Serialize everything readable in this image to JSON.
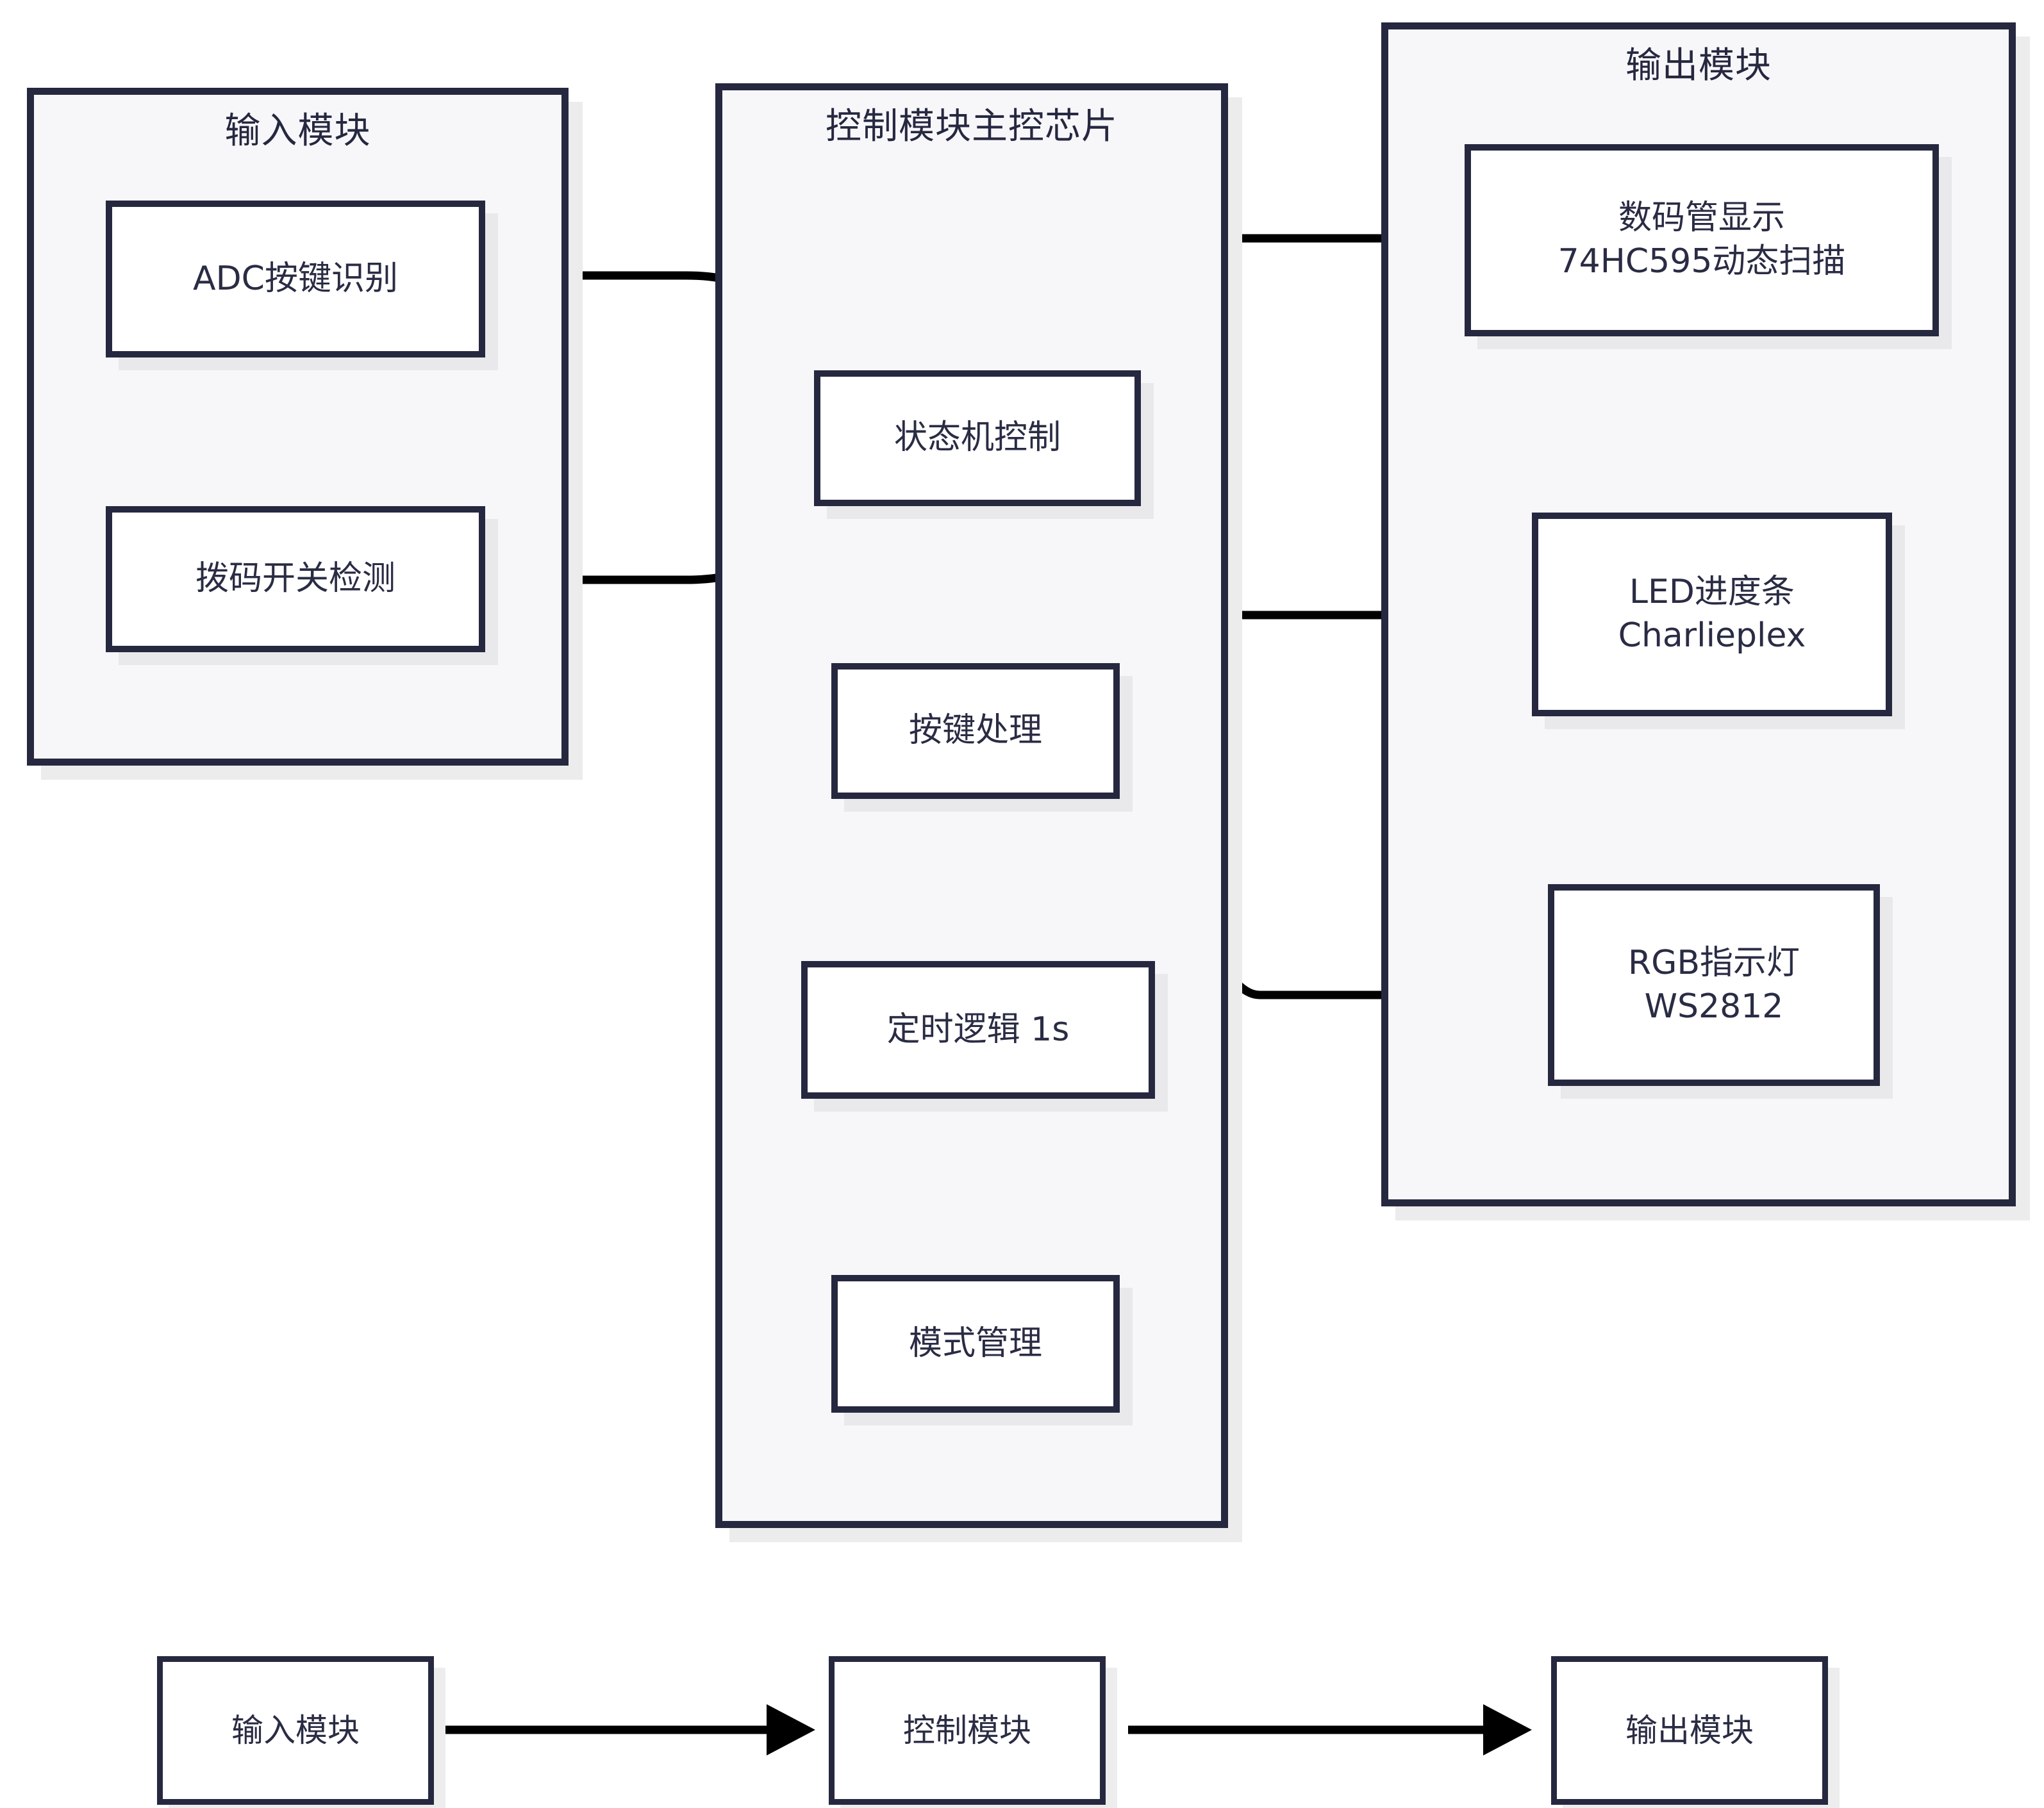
{
  "diagram": {
    "title_visible": false,
    "colors": {
      "border": "#262840",
      "group_fill": "#f7f7fa",
      "box_fill": "#ffffff",
      "shadow": "#ececec",
      "edge": "#000000",
      "text": "#2a2c44"
    },
    "groups": [
      {
        "id": "input",
        "title": "输入模块",
        "nodes": [
          {
            "id": "adc",
            "label": "ADC按键识别"
          },
          {
            "id": "dip",
            "label": "拨码开关检测"
          }
        ]
      },
      {
        "id": "control",
        "title": "控制模块主控芯片",
        "nodes": [
          {
            "id": "fsm",
            "label": "状态机控制"
          },
          {
            "id": "key",
            "label": "按键处理"
          },
          {
            "id": "timer",
            "label": "定时逻辑 1s"
          },
          {
            "id": "mode",
            "label": "模式管理"
          }
        ]
      },
      {
        "id": "output",
        "title": "输出模块",
        "nodes": [
          {
            "id": "seg",
            "label": "数码管显示\n74HC595动态扫描"
          },
          {
            "id": "ledbar",
            "label": "LED进度条\nCharlieplex"
          },
          {
            "id": "rgb",
            "label": "RGB指示灯\nWS2812"
          }
        ]
      }
    ],
    "legend_flow": {
      "steps": [
        {
          "id": "legend-input",
          "label": "输入模块"
        },
        {
          "id": "legend-control",
          "label": "控制模块"
        },
        {
          "id": "legend-output",
          "label": "输出模块"
        }
      ],
      "connector_icon": "arrow-right-icon"
    },
    "edges": [
      {
        "from": "adc",
        "to": "fsm",
        "arrow": "arrowhead-icon"
      },
      {
        "from": "dip",
        "to": "fsm",
        "arrow": "arrowhead-icon"
      },
      {
        "from": "fsm",
        "to": "seg",
        "arrow": "arrowhead-icon"
      },
      {
        "from": "fsm",
        "to": "ledbar",
        "arrow": "arrowhead-icon"
      },
      {
        "from": "key",
        "to": "rgb",
        "arrow": "arrowhead-icon"
      },
      {
        "from": "key",
        "to": "fsm",
        "arrow": "none"
      },
      {
        "from": "legend-input",
        "to": "legend-control",
        "arrow": "arrowhead-icon"
      },
      {
        "from": "legend-control",
        "to": "legend-output",
        "arrow": "arrowhead-icon"
      }
    ]
  }
}
